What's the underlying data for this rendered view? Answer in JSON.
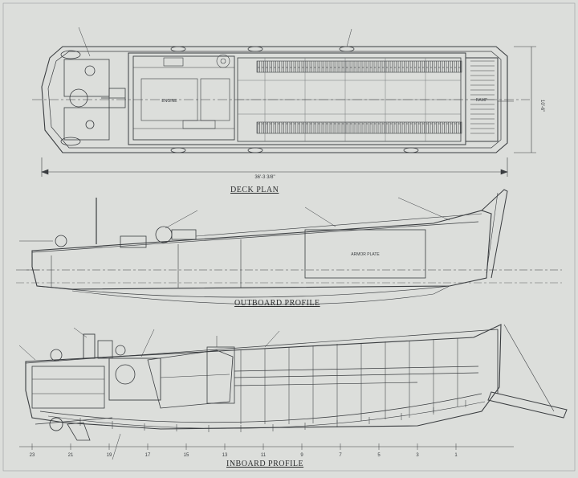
{
  "drawing": {
    "views": {
      "deck_plan": "DECK PLAN",
      "outboard_profile": "OUTBOARD PROFILE",
      "inboard_profile": "INBOARD PROFILE"
    },
    "dimensions": {
      "overall_length": "36'-3 3/8\"",
      "beam": "10'-6\""
    },
    "callouts": {
      "ramp": "RAMP",
      "armor_plate": "ARMOR PLATE",
      "engine": "ENGINE"
    },
    "frame_numbers": [
      "23",
      "21",
      "19",
      "17",
      "15",
      "13",
      "11",
      "9",
      "7",
      "5",
      "3",
      "1"
    ]
  },
  "colors": {
    "paper": "#dcdedb",
    "ink": "#3a3d40",
    "faint_ink": "#7b7f82"
  }
}
